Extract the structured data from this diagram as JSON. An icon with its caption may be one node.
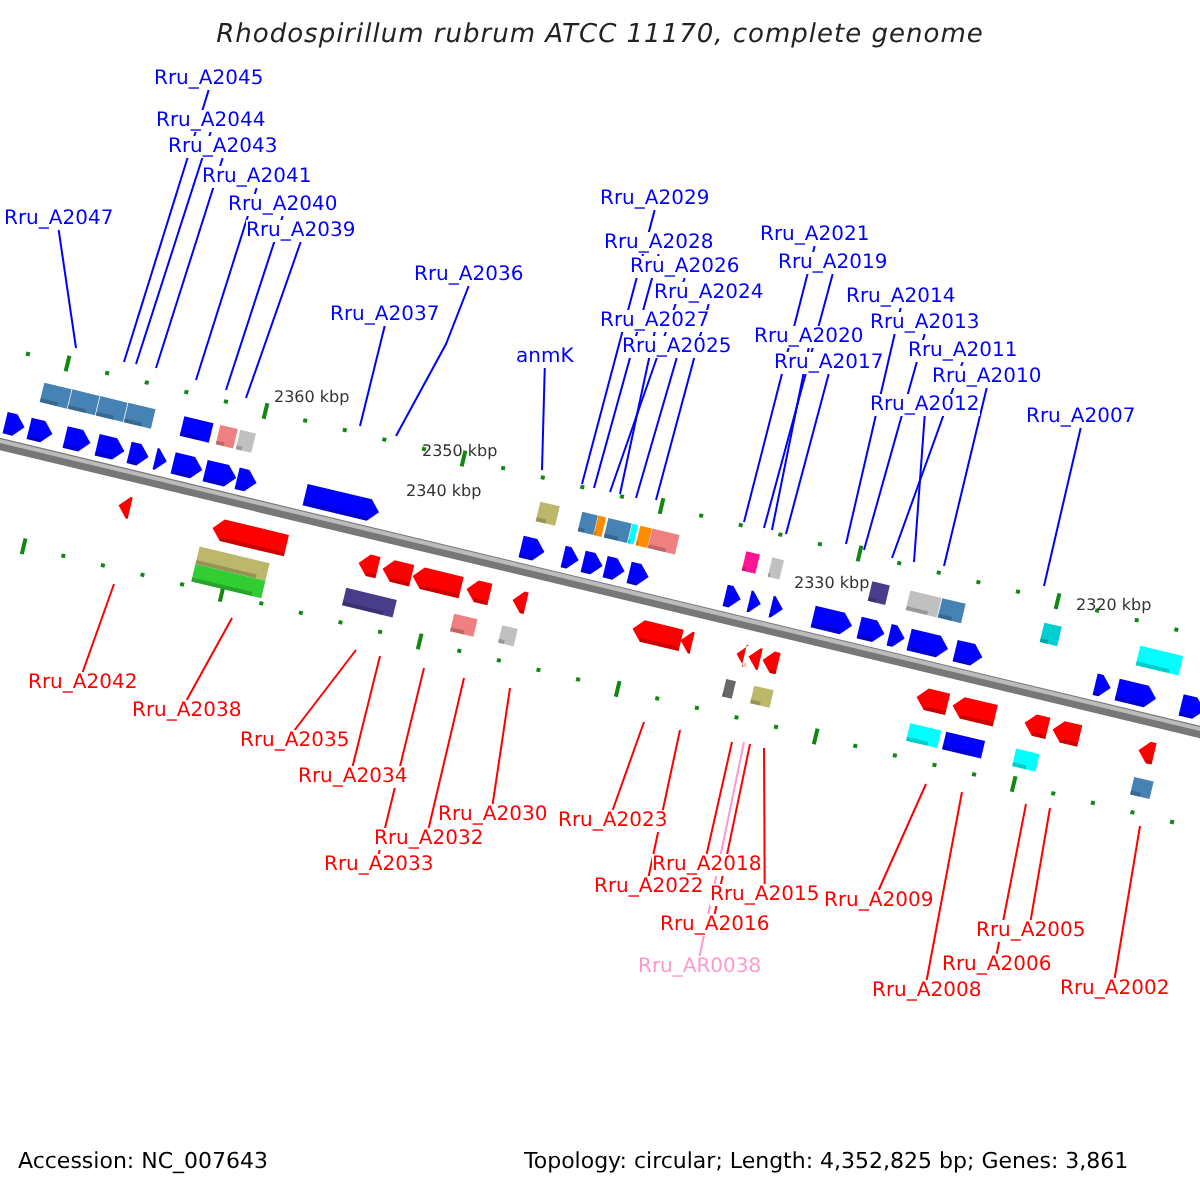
{
  "diagram": {
    "title": "Rhodospirillum rubrum ATCC 11170, complete genome",
    "nodes": [
      {
        "text": [
          "Rru_A2047"
        ]
      },
      {
        "text": [
          "Rru_A2045"
        ]
      },
      {
        "text": [
          "Rru_A2044"
        ]
      },
      {
        "text": [
          "Rru_A2043"
        ]
      },
      {
        "text": [
          "Rru_A2041"
        ]
      },
      {
        "text": [
          "Rru_A2040"
        ]
      },
      {
        "text": [
          "Rru_A2039"
        ]
      },
      {
        "text": [
          "Rru_A2037"
        ]
      },
      {
        "text": [
          "Rru_A2036"
        ]
      },
      {
        "text": [
          "anmK"
        ]
      },
      {
        "text": [
          "Rru_A2029"
        ]
      },
      {
        "text": [
          "Rru_A2028"
        ]
      },
      {
        "text": [
          "Rru_A2026"
        ]
      },
      {
        "text": [
          "Rru_A2024"
        ]
      },
      {
        "text": [
          "Rru_A2027"
        ]
      },
      {
        "text": [
          "Rru_A2025"
        ]
      },
      {
        "text": [
          "Rru_A2021"
        ]
      },
      {
        "text": [
          "Rru_A2019"
        ]
      },
      {
        "text": [
          "Rru_A2020"
        ]
      },
      {
        "text": [
          "Rru_A2017"
        ]
      },
      {
        "text": [
          "Rru_A2014"
        ]
      },
      {
        "text": [
          "Rru_A2013"
        ]
      },
      {
        "text": [
          "Rru_A2011"
        ]
      },
      {
        "text": [
          "Rru_A2010"
        ]
      },
      {
        "text": [
          "Rru_A2012"
        ]
      },
      {
        "text": [
          "Rru_A2007"
        ]
      },
      {
        "text": [
          "Rru_A2042"
        ]
      },
      {
        "text": [
          "Rru_A2038"
        ]
      },
      {
        "text": [
          "Rru_A2035"
        ]
      },
      {
        "text": [
          "Rru_A2034"
        ]
      },
      {
        "text": [
          "Rru_A2032"
        ]
      },
      {
        "text": [
          "Rru_A2033"
        ]
      },
      {
        "text": [
          "Rru_A2030"
        ]
      },
      {
        "text": [
          "Rru_A2023"
        ]
      },
      {
        "text": [
          "Rru_A2018"
        ]
      },
      {
        "text": [
          "Rru_A2022"
        ]
      },
      {
        "text": [
          "Rru_A2015"
        ]
      },
      {
        "text": [
          "Rru_A2016"
        ]
      },
      {
        "text": [
          "Rru_AR0038"
        ]
      },
      {
        "text": [
          "Rru_A2009"
        ]
      },
      {
        "text": [
          "Rru_A2005"
        ]
      },
      {
        "text": [
          "Rru_A2006"
        ]
      },
      {
        "text": [
          "Rru_A2008"
        ]
      },
      {
        "text": [
          "Rru_A2002"
        ]
      }
    ],
    "edges": [
      {
        "from": 0,
        "to": null,
        "arrow": "none"
      },
      {
        "from": 1,
        "to": null,
        "arrow": "none"
      },
      {
        "from": 2,
        "to": null,
        "arrow": "none"
      },
      {
        "from": 3,
        "to": null,
        "arrow": "none"
      },
      {
        "from": 4,
        "to": null,
        "arrow": "none"
      },
      {
        "from": 5,
        "to": null,
        "arrow": "none"
      },
      {
        "from": 6,
        "to": null,
        "arrow": "none"
      },
      {
        "from": 7,
        "to": null,
        "arrow": "none"
      },
      {
        "from": 8,
        "to": null,
        "arrow": "none"
      },
      {
        "from": 9,
        "to": null,
        "arrow": "none"
      },
      {
        "from": 10,
        "to": null,
        "arrow": "none"
      },
      {
        "from": 11,
        "to": null,
        "arrow": "none"
      },
      {
        "from": 12,
        "to": null,
        "arrow": "none"
      },
      {
        "from": 13,
        "to": null,
        "arrow": "none"
      },
      {
        "from": 14,
        "to": null,
        "arrow": "none"
      },
      {
        "from": 15,
        "to": null,
        "arrow": "none"
      },
      {
        "from": 16,
        "to": null,
        "arrow": "none"
      },
      {
        "from": 17,
        "to": null,
        "arrow": "none"
      },
      {
        "from": 18,
        "to": null,
        "arrow": "none"
      },
      {
        "from": 19,
        "to": null,
        "arrow": "none"
      },
      {
        "from": 20,
        "to": null,
        "arrow": "none"
      },
      {
        "from": 21,
        "to": null,
        "arrow": "none"
      },
      {
        "from": 22,
        "to": null,
        "arrow": "none"
      },
      {
        "from": 23,
        "to": null,
        "arrow": "none"
      },
      {
        "from": 24,
        "to": null,
        "arrow": "none"
      },
      {
        "from": 25,
        "to": null,
        "arrow": "none"
      },
      {
        "from": 26,
        "to": null,
        "arrow": "none",
        "color": "#ff0000"
      },
      {
        "from": 27,
        "to": null,
        "arrow": "none",
        "color": "#ff0000"
      },
      {
        "from": 28,
        "to": null,
        "arrow": "none",
        "color": "#ff0000"
      },
      {
        "from": 29,
        "to": null,
        "arrow": "none",
        "color": "#ff0000"
      },
      {
        "from": 30,
        "to": null,
        "arrow": "none",
        "color": "#ff0000"
      },
      {
        "from": 31,
        "to": null,
        "arrow": "none",
        "color": "#ff0000"
      },
      {
        "from": 32,
        "to": null,
        "arrow": "none",
        "color": "#ff0000"
      },
      {
        "from": 33,
        "to": null,
        "arrow": "none",
        "color": "#ff0000"
      },
      {
        "from": 34,
        "to": null,
        "arrow": "none",
        "color": "#ff0000"
      },
      {
        "from": 35,
        "to": null,
        "arrow": "none",
        "color": "#ff0000"
      },
      {
        "from": 36,
        "to": null,
        "arrow": "none",
        "color": "#ff0000"
      },
      {
        "from": 37,
        "to": null,
        "arrow": "none",
        "color": "#ff0000"
      },
      {
        "from": 38,
        "to": null,
        "arrow": "none",
        "color": "#ff99cc"
      },
      {
        "from": 39,
        "to": null,
        "arrow": "none",
        "color": "#ff0000"
      },
      {
        "from": 40,
        "to": null,
        "arrow": "none",
        "color": "#ff0000"
      },
      {
        "from": 41,
        "to": null,
        "arrow": "none",
        "color": "#ff0000"
      },
      {
        "from": 42,
        "to": null,
        "arrow": "none",
        "color": "#ff0000"
      },
      {
        "from": 43,
        "to": null,
        "arrow": "none",
        "color": "#ff0000"
      }
    ],
    "labels": [
      "2360 kbp",
      "2350 kbp",
      "2340 kbp",
      "2330 kbp",
      "2320 kbp",
      "Accession: NC_007643",
      "Topology: circular; Length: 4,352,825 bp; Genes: 3,861"
    ]
  }
}
